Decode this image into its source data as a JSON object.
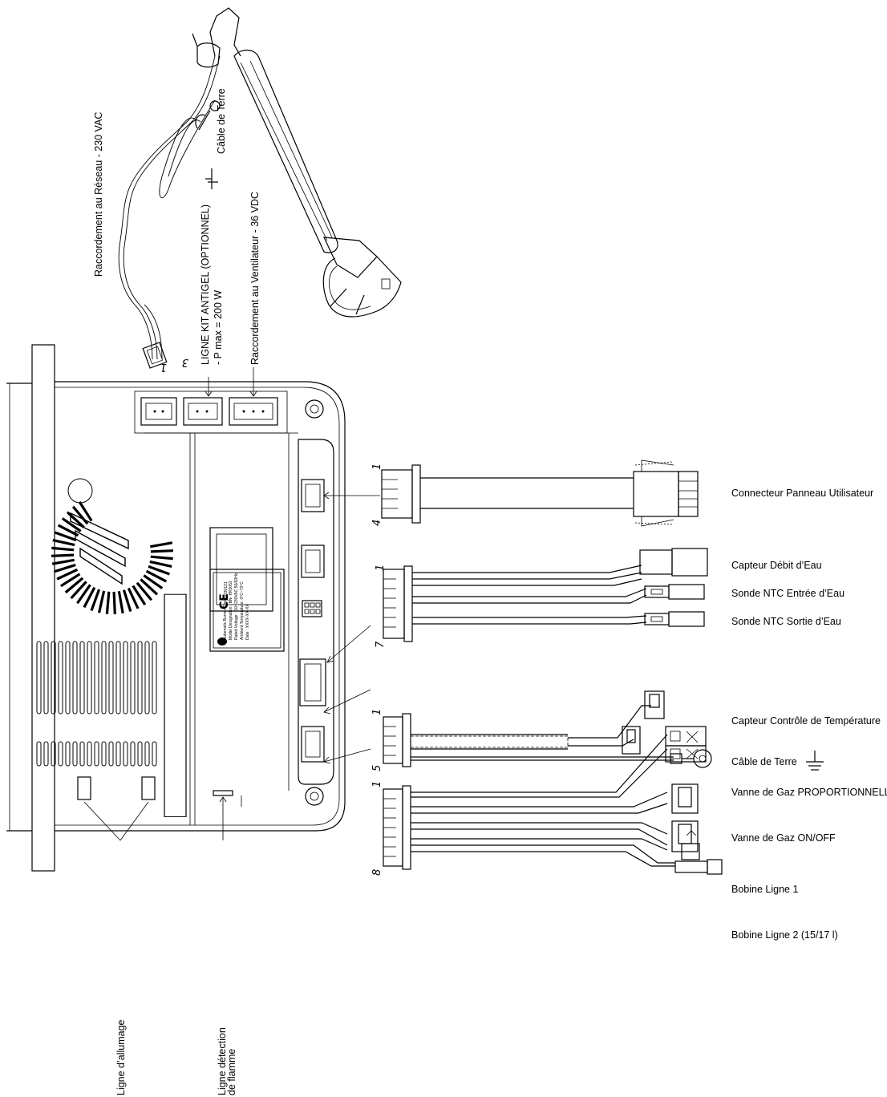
{
  "right_labels": {
    "user_panel": "Connecteur Panneau Utilisateur",
    "water_flow": "Capteur Débit d’Eau",
    "ntc_in": "Sonde NTC Entrée d’Eau",
    "ntc_out": "Sonde NTC Sortie d’Eau",
    "temp_control": "Capteur Contrôle de Température",
    "ground_cable": "Câble de Terre",
    "gas_prop": "Vanne de Gaz PROPORTIONNELLE",
    "gas_onoff": "Vanne de Gaz ON/OFF",
    "coil1": "Bobine Ligne 1",
    "coil2": "Bobine Ligne 2 (15/17 l)"
  },
  "top_labels": {
    "mains": "Raccordement au Réseau - 230 VAC",
    "ground": "Câble de Terre",
    "antigel_1": "LIGNE KIT ANTIGEL (OPTIONNEL)",
    "antigel_2": "- P max = 200 W",
    "fan": "Raccordement au Ventilateur - 36 VDC"
  },
  "bottom_labels": {
    "ignition": "Ligne d’allumage",
    "flame_1": "Ligne détection",
    "flame_2": "de flamme"
  },
  "pin_numbers": {
    "mains_a": "1",
    "mains_b": "3",
    "c1_top": "1",
    "c1_bot": "4",
    "c2_top": "1",
    "c2_bot": "7",
    "c3_top": "1",
    "c3_bot": "5",
    "c4_top": "1",
    "c4_bot": "8"
  },
  "plate_text": [
    "Automatic Burner Control",
    "Model Designation : BN- HK0053",
    "Rated Voltage: 110~230VAC 50/60Hz",
    "Ambient Temperature: 0°C~70°C",
    "Date : XXXX-XX-XX"
  ],
  "plate_code": "230121",
  "plate_ce": "CE"
}
